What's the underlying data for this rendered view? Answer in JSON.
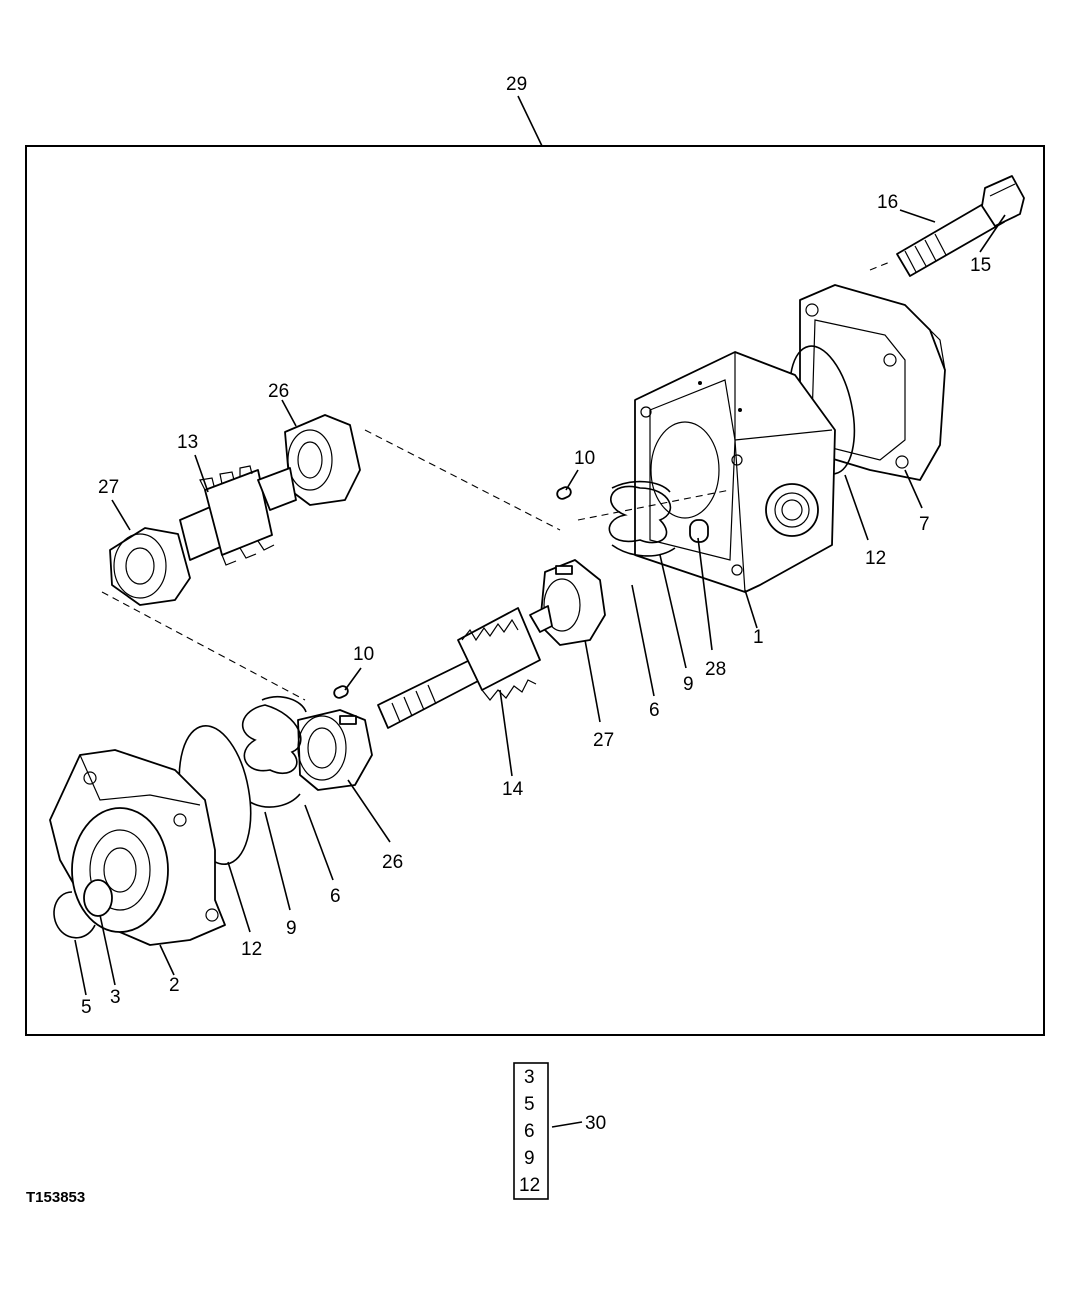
{
  "labels": {
    "assembly": "29",
    "bolt": "16",
    "washer": "15",
    "rear_cover": "7",
    "seal_rear": "12",
    "body": "1",
    "dowel": "28",
    "backup_9_right": "9",
    "seal_6_right": "6",
    "bushing_27_right": "27",
    "key_10_upper": "10",
    "bushing_26_upper": "26",
    "driven_gear": "13",
    "bushing_27_left": "27",
    "key_10_lower": "10",
    "drive_gear": "14",
    "bushing_26_lower": "26",
    "seal_6_left": "6",
    "backup_9_left": "9",
    "seal_12_front": "12",
    "front_cover": "2",
    "shaft_seal": "3",
    "snap_ring": "5",
    "kit": "30"
  },
  "kit_items": [
    "3",
    "5",
    "6",
    "9",
    "12"
  ],
  "figure_code": "T153853"
}
